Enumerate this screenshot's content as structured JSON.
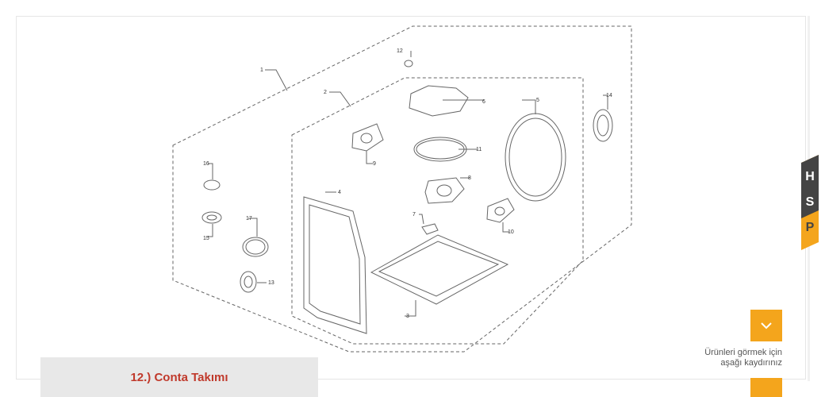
{
  "part": {
    "title": "12.) Conta Takımı"
  },
  "scroll": {
    "hint_line1": "Ürünleri görmek için",
    "hint_line2": "aşağı kaydırınız"
  },
  "brand": {
    "letters": [
      "H",
      "S",
      "P"
    ],
    "accent": "#f4a51c",
    "dark": "#444444"
  },
  "colors": {
    "title_red": "#c0392b",
    "button_orange": "#f4a51c"
  },
  "diagram": {
    "callouts": [
      "1",
      "2",
      "3",
      "4",
      "5",
      "6",
      "7",
      "8",
      "9",
      "10",
      "11",
      "12",
      "13",
      "14",
      "15",
      "16",
      "17"
    ]
  },
  "icons": {
    "scroll_button": "chevron-down-icon"
  }
}
